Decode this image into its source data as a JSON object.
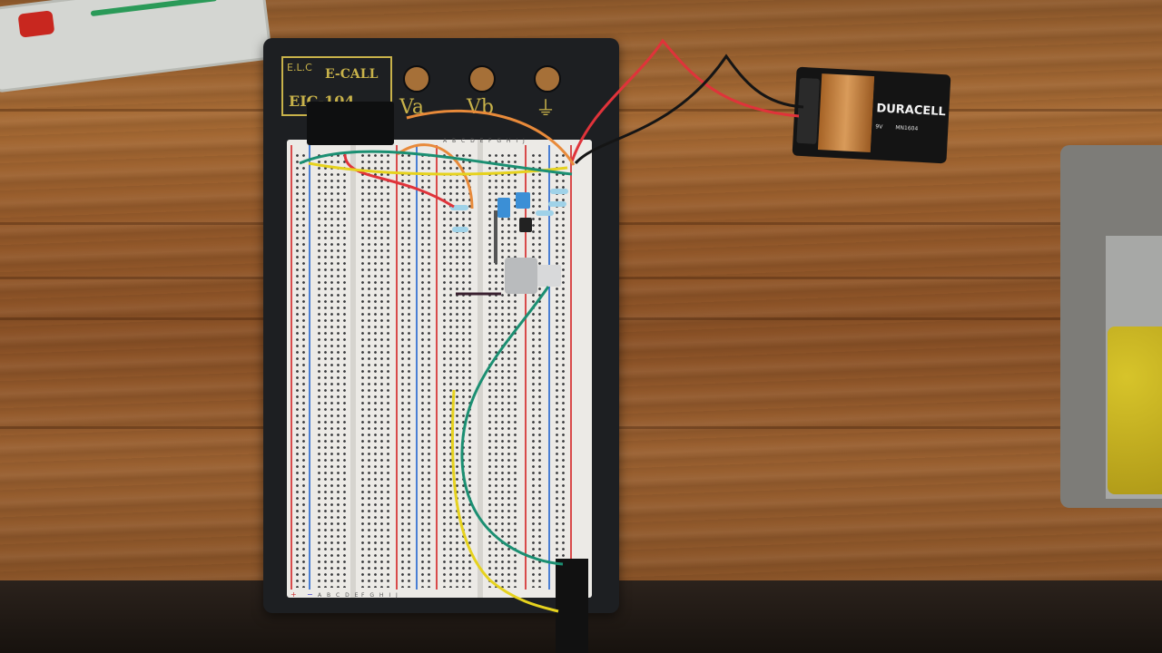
{
  "breadboard": {
    "logo_mark": "E.L.C",
    "brand": "E-CALL",
    "model": "EIC-104",
    "terminals": [
      "Va",
      "Vb",
      "⏚"
    ],
    "columns_left": "A B C D E",
    "columns_right": "F G H I J",
    "rail_marks": [
      "+",
      "−"
    ]
  },
  "battery": {
    "brand": "DURACELL",
    "voltage": "9V",
    "code": "MN1604"
  },
  "colors": {
    "wire_red": "#e0333a",
    "wire_black": "#151515",
    "wire_orange": "#e88a3a",
    "wire_yellow": "#e6d21e",
    "wire_green": "#1b8f72",
    "board_black": "#1d1f22"
  }
}
